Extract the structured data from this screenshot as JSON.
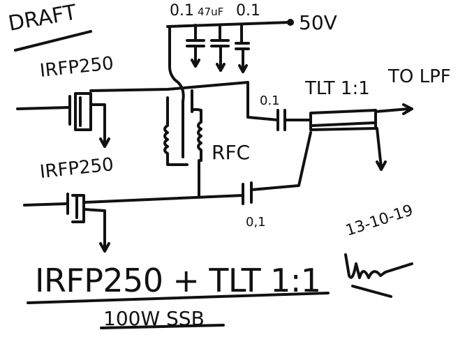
{
  "title": "DRAFT",
  "supply": {
    "cap1": "0.1",
    "cap2": "47uF",
    "cap3": "0.1",
    "voltage": "50V"
  },
  "top_transistor": "IRFP250",
  "bottom_transistor": "IRFP250",
  "choke_label": "RFC",
  "coupling_cap_top": "0.1",
  "coupling_cap_bottom": "0,1",
  "transformer": "TLT 1:1",
  "output": "TO LPF",
  "caption": "IRFP250 + TLT 1:1",
  "subcaption": "100W SSB",
  "date": "13-10-19",
  "ink_color": "#111111"
}
